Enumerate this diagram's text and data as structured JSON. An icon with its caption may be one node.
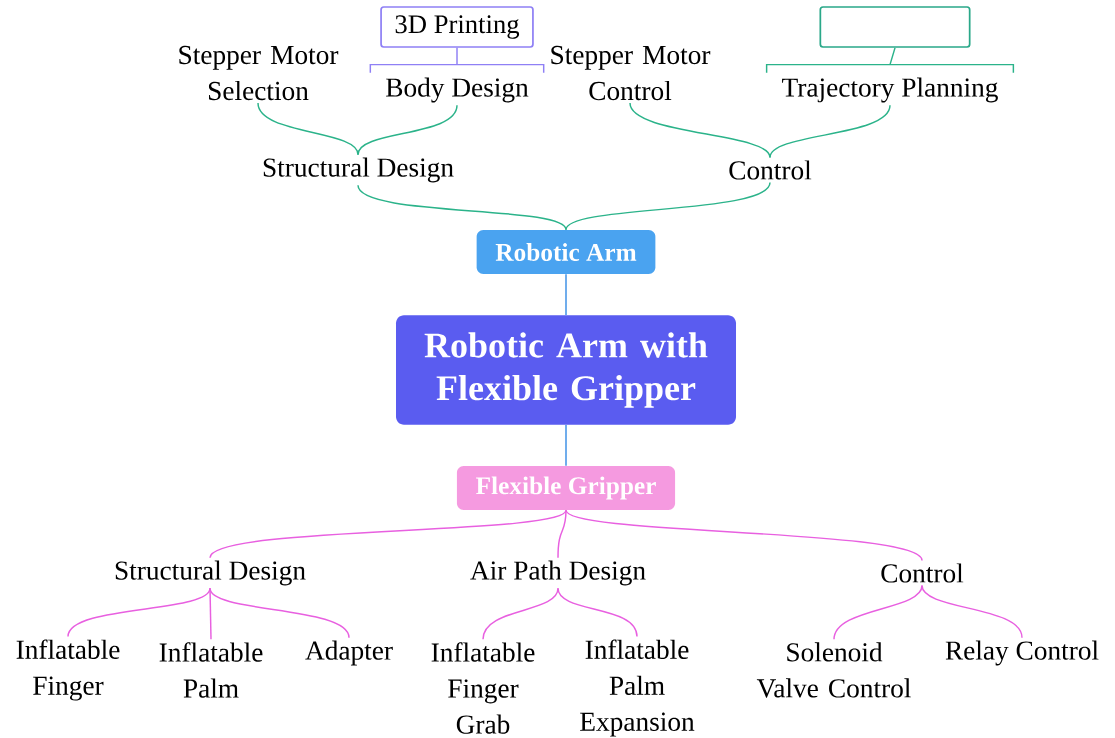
{
  "diagram": {
    "nodes": [
      {
        "text": [
          "Robotic Arm with Flexible Gripper"
        ]
      },
      {
        "text": [
          "Robotic Arm"
        ]
      },
      {
        "text": [
          "Structural Design"
        ]
      },
      {
        "text": [
          "Control"
        ]
      },
      {
        "text": [
          "Stepper Motor Selection"
        ]
      },
      {
        "text": [
          "Body Design"
        ]
      },
      {
        "text": [
          "3D Printing"
        ]
      },
      {
        "text": [
          "Stepper Motor Control"
        ]
      },
      {
        "text": [
          "Trajectory Planning"
        ]
      },
      {
        "text": [],
        "shape": "box"
      },
      {
        "text": [
          "Flexible Gripper"
        ]
      },
      {
        "text": [
          "Structural Design"
        ]
      },
      {
        "text": [
          "Air Path Design"
        ]
      },
      {
        "text": [
          "Control"
        ]
      },
      {
        "text": [
          "Inflatable Finger"
        ]
      },
      {
        "text": [
          "Inflatable Palm"
        ]
      },
      {
        "text": [
          "Adapter"
        ]
      },
      {
        "text": [
          "Inflatable Finger Grab"
        ]
      },
      {
        "text": [
          "Inflatable Palm Expansion"
        ]
      },
      {
        "text": [
          "Solenoid Valve Control"
        ]
      },
      {
        "text": [
          "Relay Control"
        ]
      }
    ],
    "edges": [
      {
        "from": 0,
        "to": 1,
        "arrow": "none",
        "color": "#3d8fe6"
      },
      {
        "from": 1,
        "to": 2,
        "arrow": "none",
        "color": "#2bb38a"
      },
      {
        "from": 1,
        "to": 3,
        "arrow": "none",
        "color": "#2bb38a"
      },
      {
        "from": 2,
        "to": 4,
        "arrow": "none",
        "color": "#2bb38a"
      },
      {
        "from": 2,
        "to": 5,
        "arrow": "none",
        "color": "#2bb38a"
      },
      {
        "from": 5,
        "to": 6,
        "arrow": "none",
        "color": "#8f80f5"
      },
      {
        "from": 3,
        "to": 7,
        "arrow": "none",
        "color": "#2bb38a"
      },
      {
        "from": 3,
        "to": 8,
        "arrow": "none",
        "color": "#2bb38a"
      },
      {
        "from": 8,
        "to": 9,
        "arrow": "none",
        "color": "#2bb38a"
      },
      {
        "from": 0,
        "to": 10,
        "arrow": "none",
        "color": "#3d8fe6"
      },
      {
        "from": 10,
        "to": 11,
        "arrow": "none"
      },
      {
        "from": 10,
        "to": 12,
        "arrow": "none"
      },
      {
        "from": 10,
        "to": 13,
        "arrow": "none"
      },
      {
        "from": 11,
        "to": 14,
        "arrow": "none"
      },
      {
        "from": 11,
        "to": 15,
        "arrow": "none"
      },
      {
        "from": 11,
        "to": 16,
        "arrow": "none"
      },
      {
        "from": 12,
        "to": 17,
        "arrow": "none"
      },
      {
        "from": 12,
        "to": 18,
        "arrow": "none"
      },
      {
        "from": 13,
        "to": 19,
        "arrow": "none"
      },
      {
        "from": 13,
        "to": 20,
        "arrow": "none"
      }
    ]
  }
}
